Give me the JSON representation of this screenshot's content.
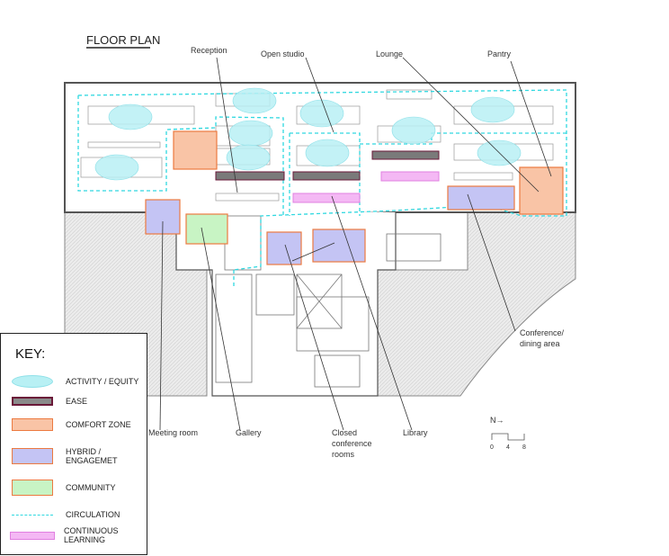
{
  "title": "FLOOR PLAN",
  "labels": {
    "reception": "Reception",
    "open_studio": "Open studio",
    "lounge": "Lounge",
    "pantry": "Pantry",
    "conference_1": "Conference/",
    "conference_2": "dining area",
    "meeting_room": "Meeting room",
    "gallery": "Gallery",
    "closed_1": "Closed",
    "closed_2": "conference",
    "closed_3": "rooms",
    "library": "Library"
  },
  "north": "N→",
  "scale": [
    "0",
    "4",
    "8"
  ],
  "key": {
    "title": "KEY:",
    "items": [
      {
        "label": "ACTIVITY / EQUITY",
        "color": "#b8f0f4"
      },
      {
        "label": "EASE",
        "color": "#8a8a8a"
      },
      {
        "label": "COMFORT ZONE",
        "color": "#f9c4a6"
      },
      {
        "label": "HYBRID /",
        "label2": "ENGAGEMET",
        "color": "#c4c4f4"
      },
      {
        "label": "COMMUNITY",
        "color": "#c8f4c4"
      },
      {
        "label": "CIRCULATION",
        "color": "#30d8e0"
      },
      {
        "label": "CONTINUOUS",
        "label2": "LEARNING",
        "color": "#f4b8f4"
      }
    ]
  }
}
